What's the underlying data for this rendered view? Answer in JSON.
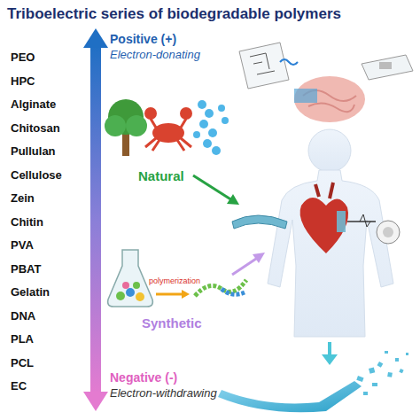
{
  "diagram": {
    "title": "Triboelectric series of biodegradable polymers",
    "labels": [
      "PEO",
      "HPC",
      "Alginate",
      "Chitosan",
      "Pullulan",
      "Cellulose",
      "Zein",
      "Chitin",
      "PVA",
      "PBAT",
      "Gelatin",
      "DNA",
      "PLA",
      "PCL",
      "EC",
      "Positive (+)",
      "Electron-donating",
      "Natural",
      "polymerization",
      "Synthetic",
      "Negative (-)",
      "Electron-withdrawing"
    ]
  }
}
